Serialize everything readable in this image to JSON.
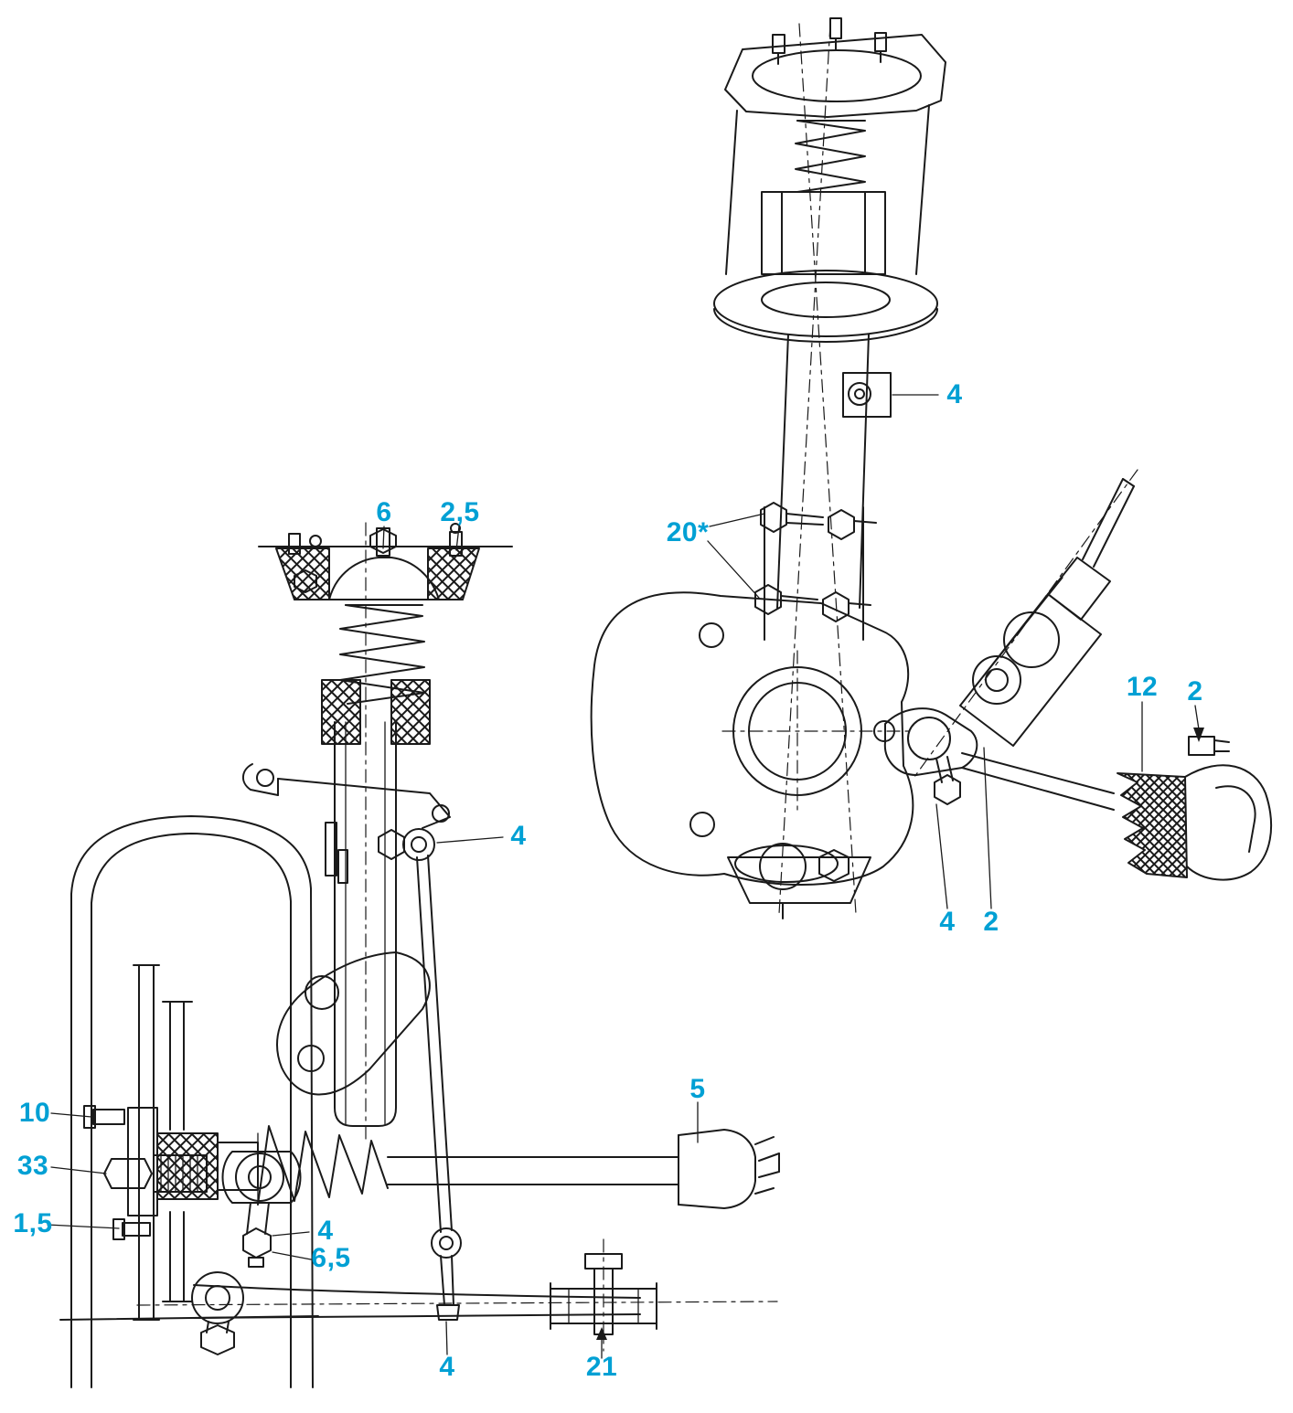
{
  "diagram": {
    "kind": "technical-illustration",
    "accent_color": "#00a0d4",
    "line_color": "#1a1a1a",
    "background_color": "#ffffff",
    "callouts": [
      {
        "id": "callout-6",
        "label": "6"
      },
      {
        "id": "callout-2-5",
        "label": "2,5"
      },
      {
        "id": "callout-4-strut-bracket",
        "label": "4"
      },
      {
        "id": "callout-20-star",
        "label": "20*"
      },
      {
        "id": "callout-12",
        "label": "12"
      },
      {
        "id": "callout-2-top-right",
        "label": "2"
      },
      {
        "id": "callout-4-stab-link-top",
        "label": "4"
      },
      {
        "id": "callout-4-knuckle-bottom",
        "label": "4"
      },
      {
        "id": "callout-2-tie-rod-nut",
        "label": "2"
      },
      {
        "id": "callout-10",
        "label": "10"
      },
      {
        "id": "callout-33",
        "label": "33"
      },
      {
        "id": "callout-1-5",
        "label": "1,5"
      },
      {
        "id": "callout-4-tie-rod-end",
        "label": "4"
      },
      {
        "id": "callout-6-5",
        "label": "6,5"
      },
      {
        "id": "callout-5",
        "label": "5"
      },
      {
        "id": "callout-4-stab-link-bottom",
        "label": "4"
      },
      {
        "id": "callout-21",
        "label": "21"
      }
    ]
  }
}
